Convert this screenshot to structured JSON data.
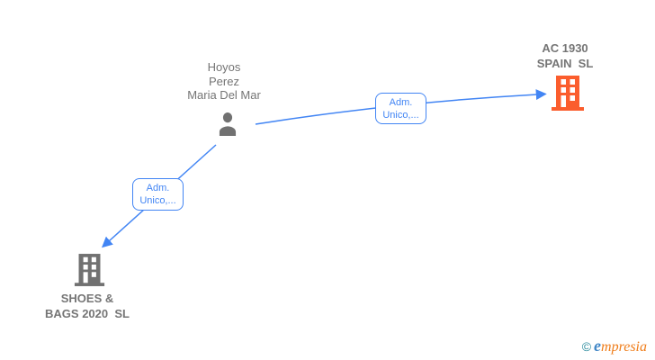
{
  "colors": {
    "edge_blue": "#4285F4",
    "label_text_gray": "#757575",
    "icon_gray": "#717171",
    "company_orange": "#FB5D2D",
    "logo_teal": "#2A8A9D",
    "logo_blue": "#3F86C6",
    "logo_orange": "#EF7D1A"
  },
  "graph": {
    "person": {
      "name": "Hoyos Perez Maria Del Mar",
      "name_lines": [
        "Hoyos",
        "Perez",
        "Maria Del Mar"
      ]
    },
    "companies": [
      {
        "name": "AC 1930 SPAIN SL",
        "line1": "AC 1930",
        "line2": "SPAIN  SL"
      },
      {
        "name": "SHOES & BAGS 2020 SL",
        "line1": "SHOES &",
        "line2": "BAGS 2020  SL"
      }
    ],
    "edges": [
      {
        "from": "Hoyos Perez Maria Del Mar",
        "to": "AC 1930 SPAIN SL",
        "label_line1": "Adm.",
        "label_line2": "Unico,..."
      },
      {
        "from": "Hoyos Perez Maria Del Mar",
        "to": "SHOES & BAGS 2020 SL",
        "label_line1": "Adm.",
        "label_line2": "Unico,..."
      }
    ]
  },
  "footer": {
    "copyright_symbol": "©",
    "brand_e": "e",
    "brand_rest": "mpresia"
  }
}
